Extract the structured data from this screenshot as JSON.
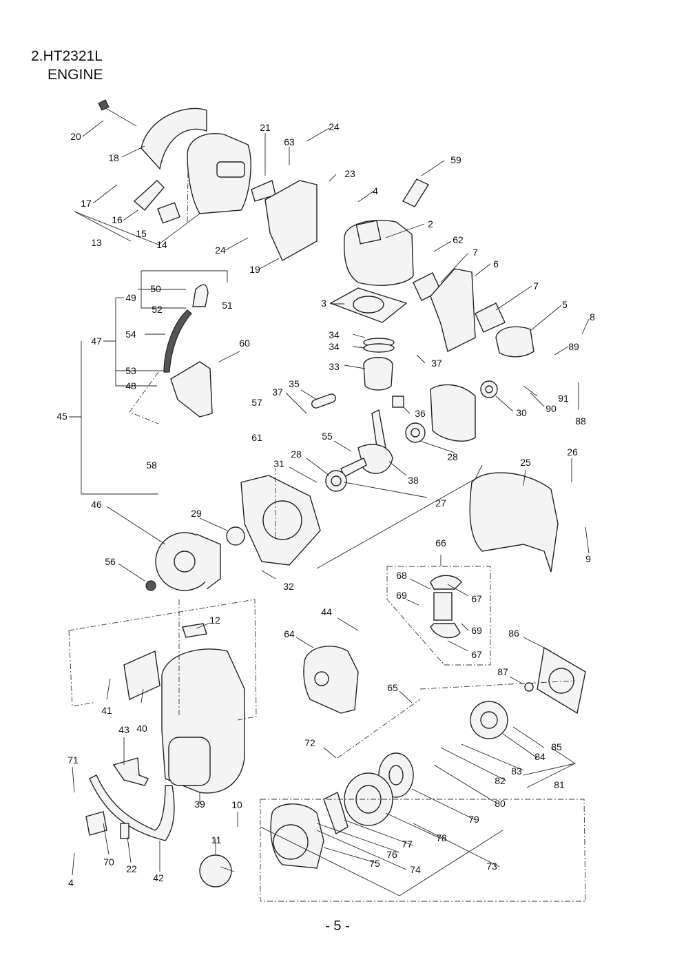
{
  "header": {
    "model": "2.HT2321L",
    "section": "ENGINE"
  },
  "footer": {
    "page": "- 5 -"
  },
  "part_labels": [
    "20",
    "18",
    "21",
    "24",
    "63",
    "23",
    "59",
    "4",
    "17",
    "16",
    "15",
    "13",
    "14",
    "24",
    "19",
    "2",
    "62",
    "7",
    "6",
    "49",
    "50",
    "52",
    "51",
    "47",
    "54",
    "60",
    "34",
    "34",
    "33",
    "37",
    "3",
    "5",
    "7",
    "8",
    "89",
    "53",
    "48",
    "45",
    "58",
    "57",
    "61",
    "35",
    "37",
    "36",
    "30",
    "91",
    "90",
    "88",
    "55",
    "28",
    "28",
    "31",
    "38",
    "27",
    "46",
    "29",
    "25",
    "26",
    "9",
    "56",
    "32",
    "66",
    "68",
    "67",
    "69",
    "69",
    "67",
    "44",
    "64",
    "86",
    "87",
    "12",
    "41",
    "40",
    "43",
    "65",
    "72",
    "85",
    "84",
    "83",
    "82",
    "81",
    "71",
    "80",
    "79",
    "10",
    "78",
    "77",
    "76",
    "75",
    "74",
    "73",
    "39",
    "11",
    "70",
    "22",
    "42",
    "4"
  ]
}
